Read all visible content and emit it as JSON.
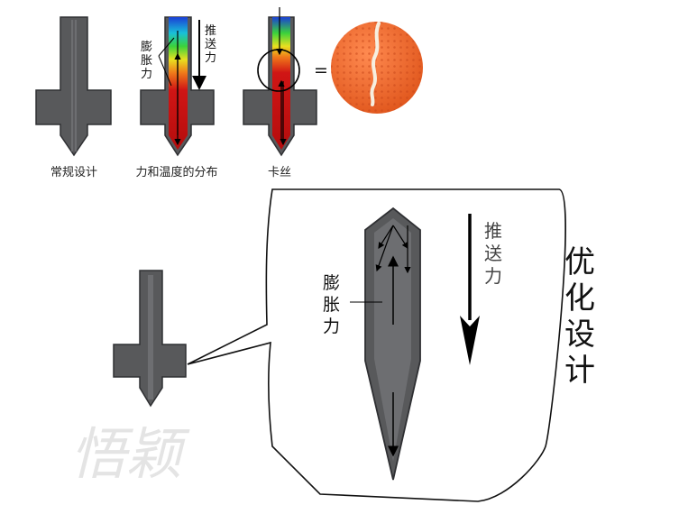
{
  "top_row": {
    "captions": [
      "常规设计",
      "力和温度的分布",
      "卡丝"
    ],
    "push_force_label": "推送力",
    "expansion_force_label": "膨胀力",
    "equals_sign": "="
  },
  "detail": {
    "expansion_force_label": "膨胀力",
    "push_force_label": "推送力"
  },
  "side_title": "优化设计",
  "watermark": "悟颖",
  "colors": {
    "nozzle_body": "#58595b",
    "nozzle_edge": "#2f3033",
    "heat_hot": "#d01515",
    "heat_cold": "#1a3fd6",
    "filament_ball": "#f06a2a"
  }
}
